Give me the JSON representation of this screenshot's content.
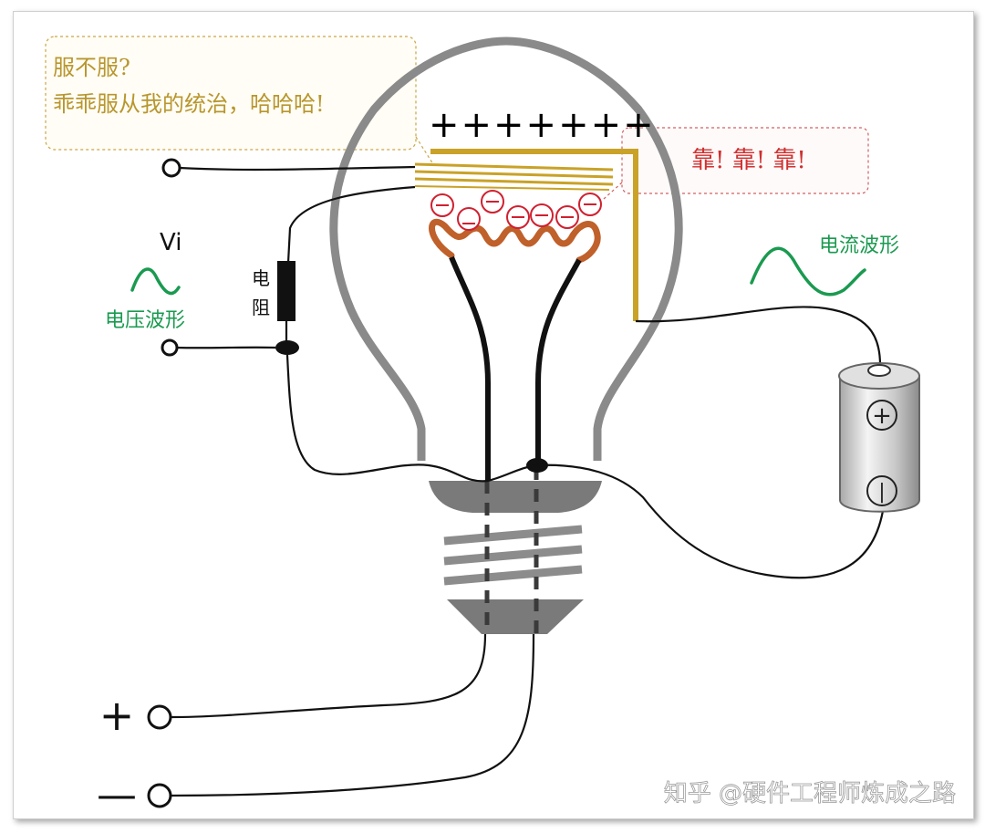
{
  "callouts": {
    "grid_line1": "服不服?",
    "grid_line2": "乖乖服从我的统治，哈哈哈!",
    "plate": "靠! 靠! 靠!"
  },
  "labels": {
    "charges": "+++++++",
    "vi": "Vi",
    "voltage_waveform": "电压波形",
    "current_waveform": "电流波形",
    "resistor_line1": "电",
    "resistor_line2": "阻",
    "plus": "+",
    "minus": "—",
    "battery_plus": "+",
    "battery_minus": "|"
  },
  "watermark": "知乎 @硬件工程师炼成之路",
  "colors": {
    "callout_gold": "#b8962e",
    "callout_red": "#d03030",
    "plate_gold": "#c9a227",
    "filament": "#c0602a",
    "electron": "#d02030",
    "waveform_green": "#1a9a50",
    "bulb_gray": "#8a8a8a"
  }
}
